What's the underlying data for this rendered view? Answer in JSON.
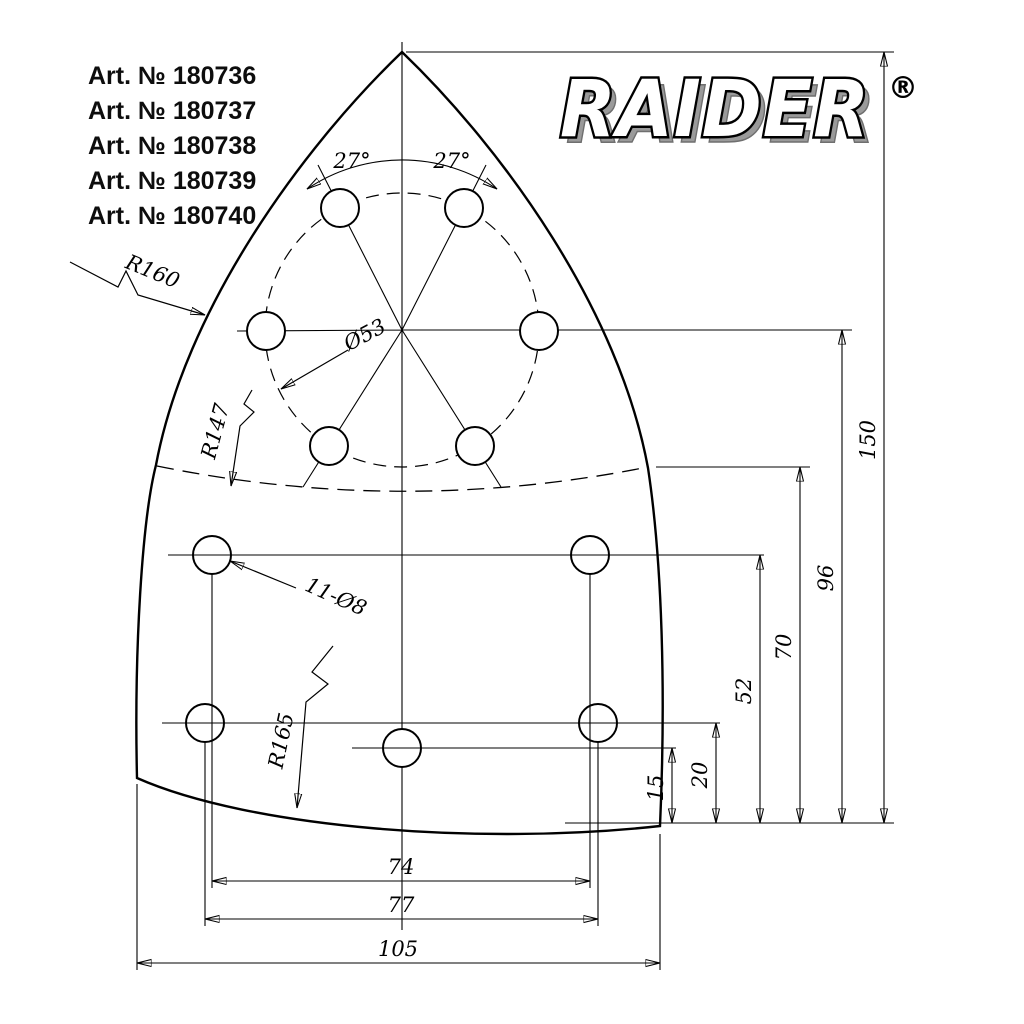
{
  "articles": [
    "Art. № 180736",
    "Art. № 180737",
    "Art. № 180738",
    "Art. № 180739",
    "Art. № 180740"
  ],
  "logo": {
    "text": "RAIDER",
    "registered": "®"
  },
  "callouts": {
    "angle_left": "27°",
    "angle_right": "27°",
    "bolt_circle_diameter": "Ø53",
    "hole_count_diameter": "11-Ø8",
    "radius_outer_edge": "R160",
    "radius_zone_line": "R147",
    "radius_bottom_edge": "R165"
  },
  "dims": {
    "d15": "15",
    "d20": "20",
    "d52": "52",
    "d70": "70",
    "d96": "96",
    "d150": "150",
    "d74": "74",
    "d77": "77",
    "d105": "105"
  },
  "colors": {
    "ink": "#000000",
    "paper": "#ffffff",
    "logo_shadow": "#9a9a9a"
  }
}
